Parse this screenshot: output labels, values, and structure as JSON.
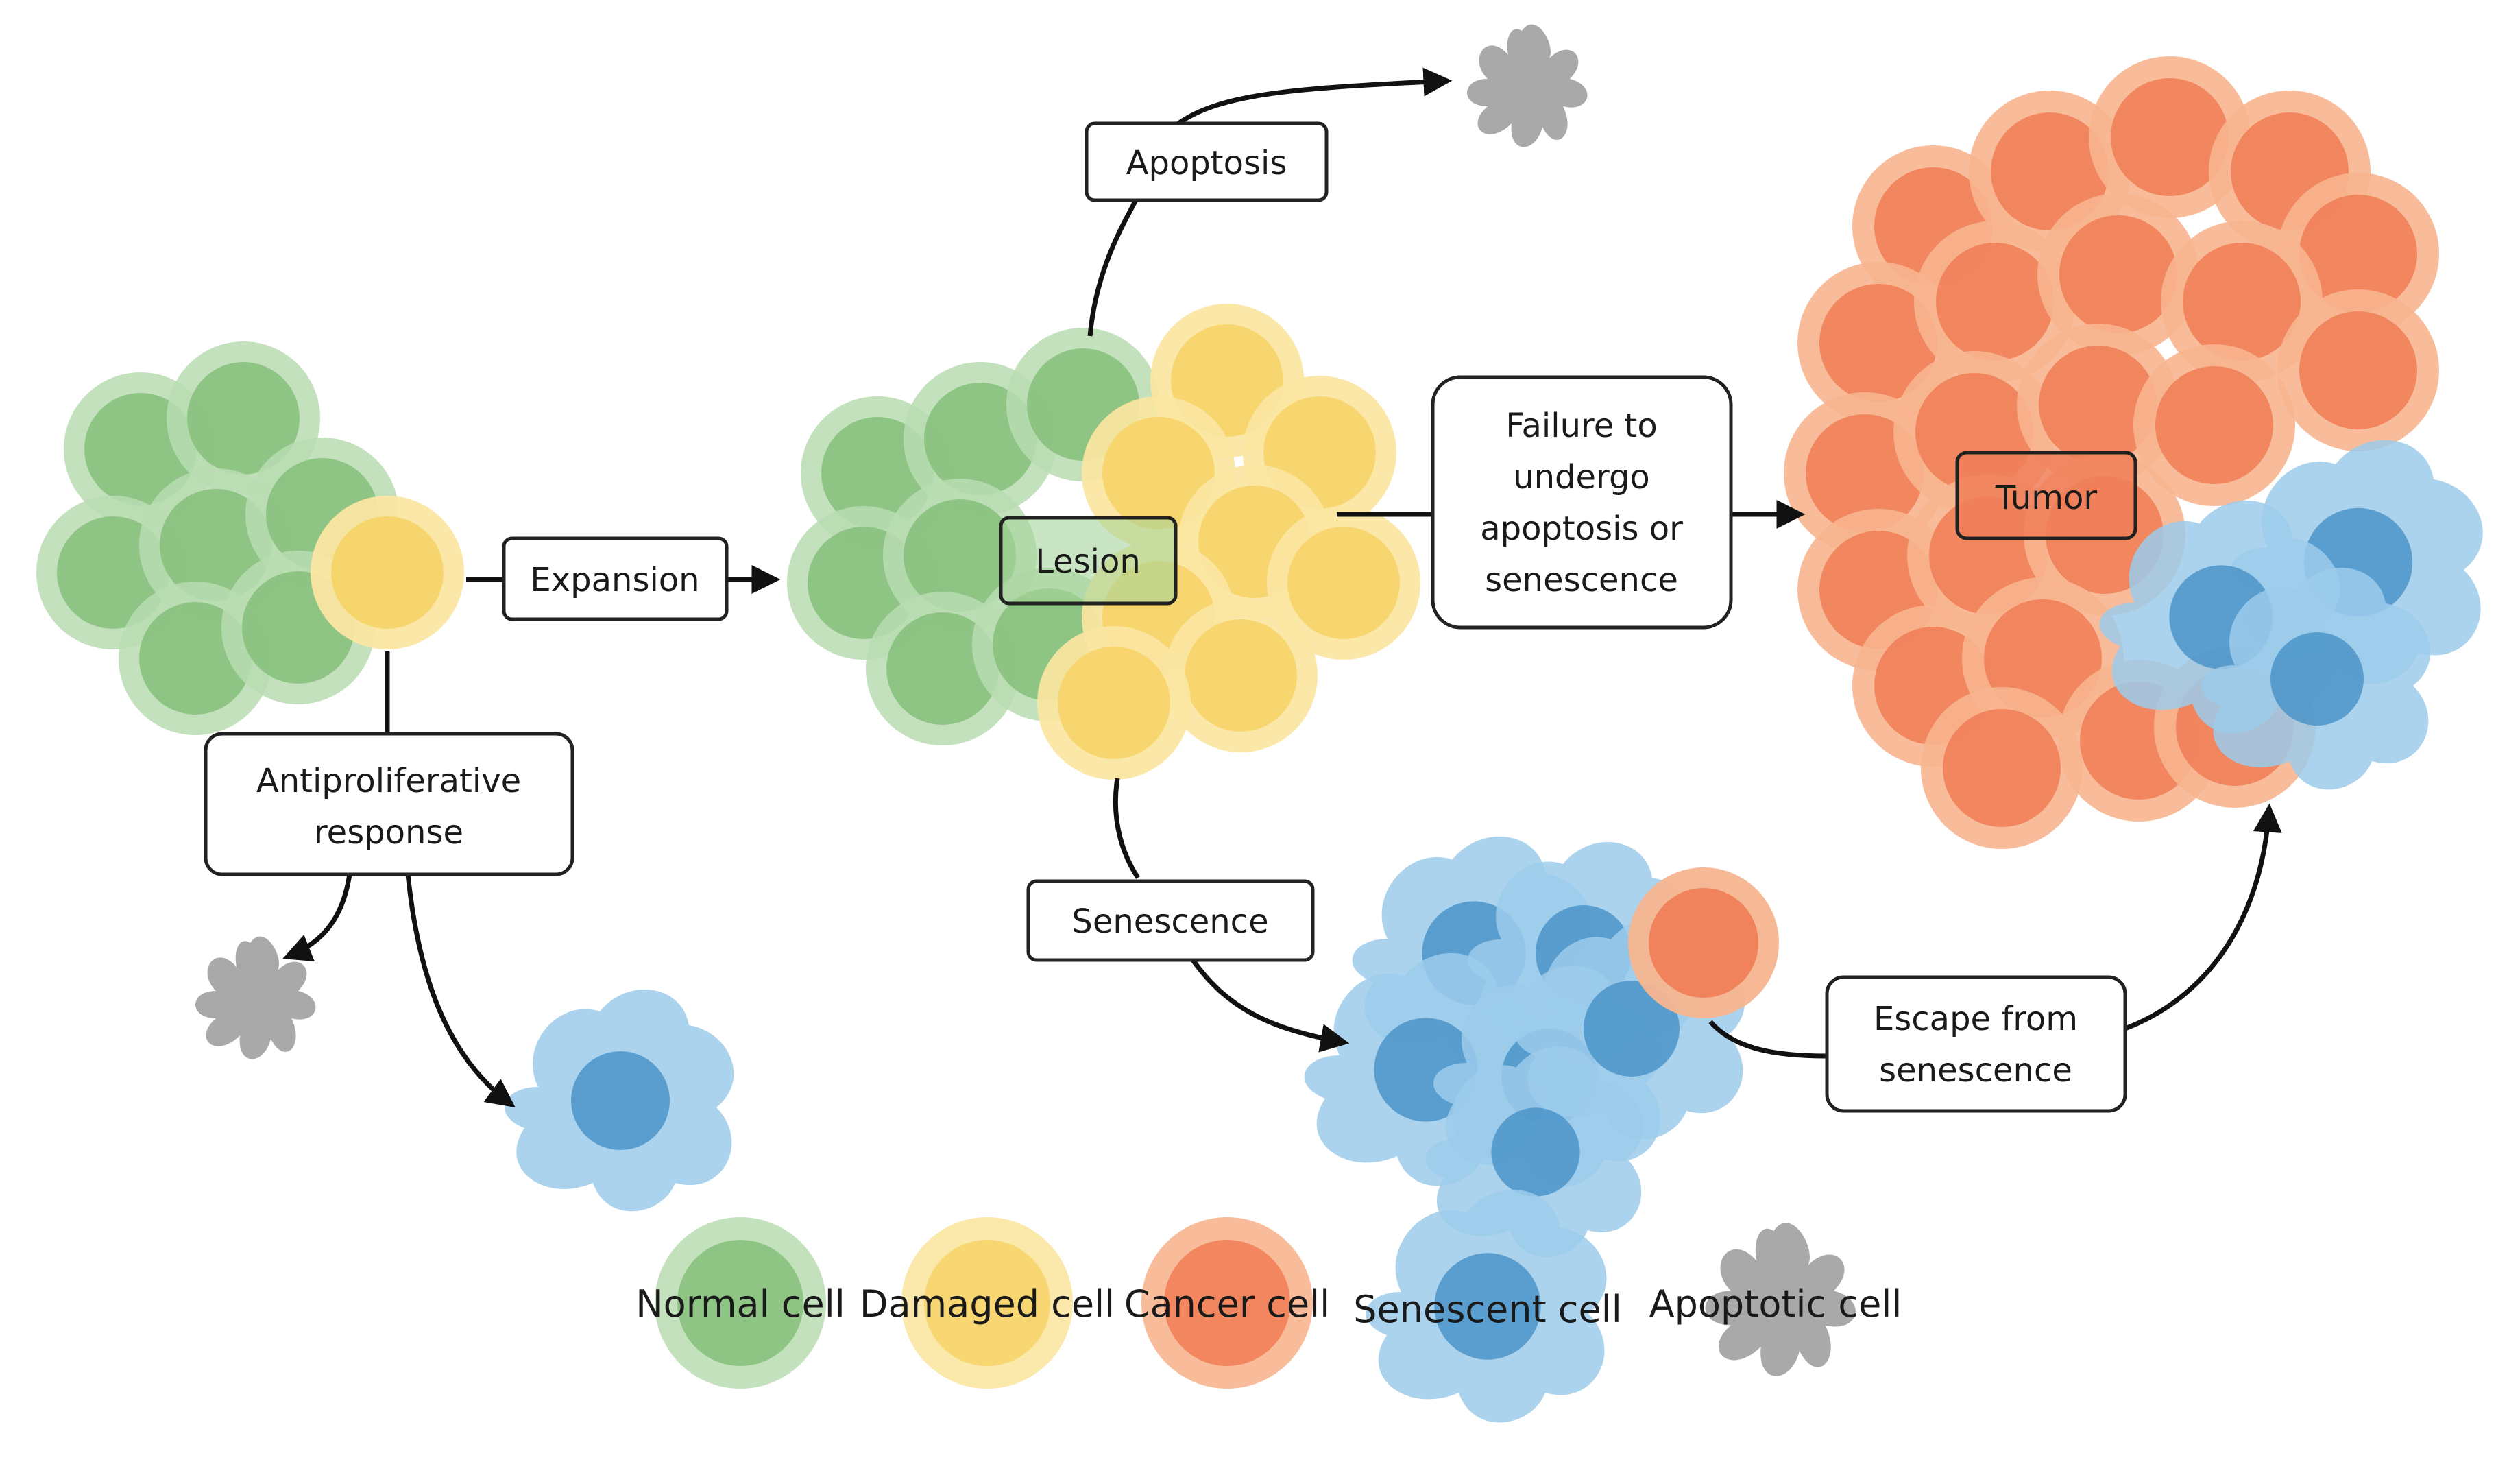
{
  "labels": {
    "expansion": "Expansion",
    "lesion": "Lesion",
    "apoptosis": "Apoptosis",
    "failure": [
      "Failure to",
      "undergo",
      "apoptosis or",
      "senescence"
    ],
    "tumor": "Tumor",
    "antiproliferative": [
      "Antiproliferative",
      "response"
    ],
    "senescence": "Senescence",
    "escape": [
      "Escape from",
      "senescence"
    ]
  },
  "legend": [
    {
      "label": "Normal cell",
      "icon": "normal-cell-icon"
    },
    {
      "label": "Damaged cell",
      "icon": "damaged-cell-icon"
    },
    {
      "label": "Cancer cell",
      "icon": "cancer-cell-icon"
    },
    {
      "label": "Senescent cell",
      "icon": "senescent-cell-icon"
    },
    {
      "label": "Apoptotic cell",
      "icon": "apoptotic-cell-icon"
    }
  ],
  "colors": {
    "normal_outer": "#b9dcb1",
    "normal_inner": "#86bf7a",
    "damaged_outer": "#fbe6a2",
    "damaged_inner": "#f7d46a",
    "cancer_outer": "#f7b58f",
    "cancer_inner": "#f07f59",
    "senescent_body": "#9ccbeb",
    "senescent_nucleus": "#4b94c9",
    "apoptotic": "#9a9a9a",
    "arrow": "#111111",
    "box_border": "#222222"
  }
}
